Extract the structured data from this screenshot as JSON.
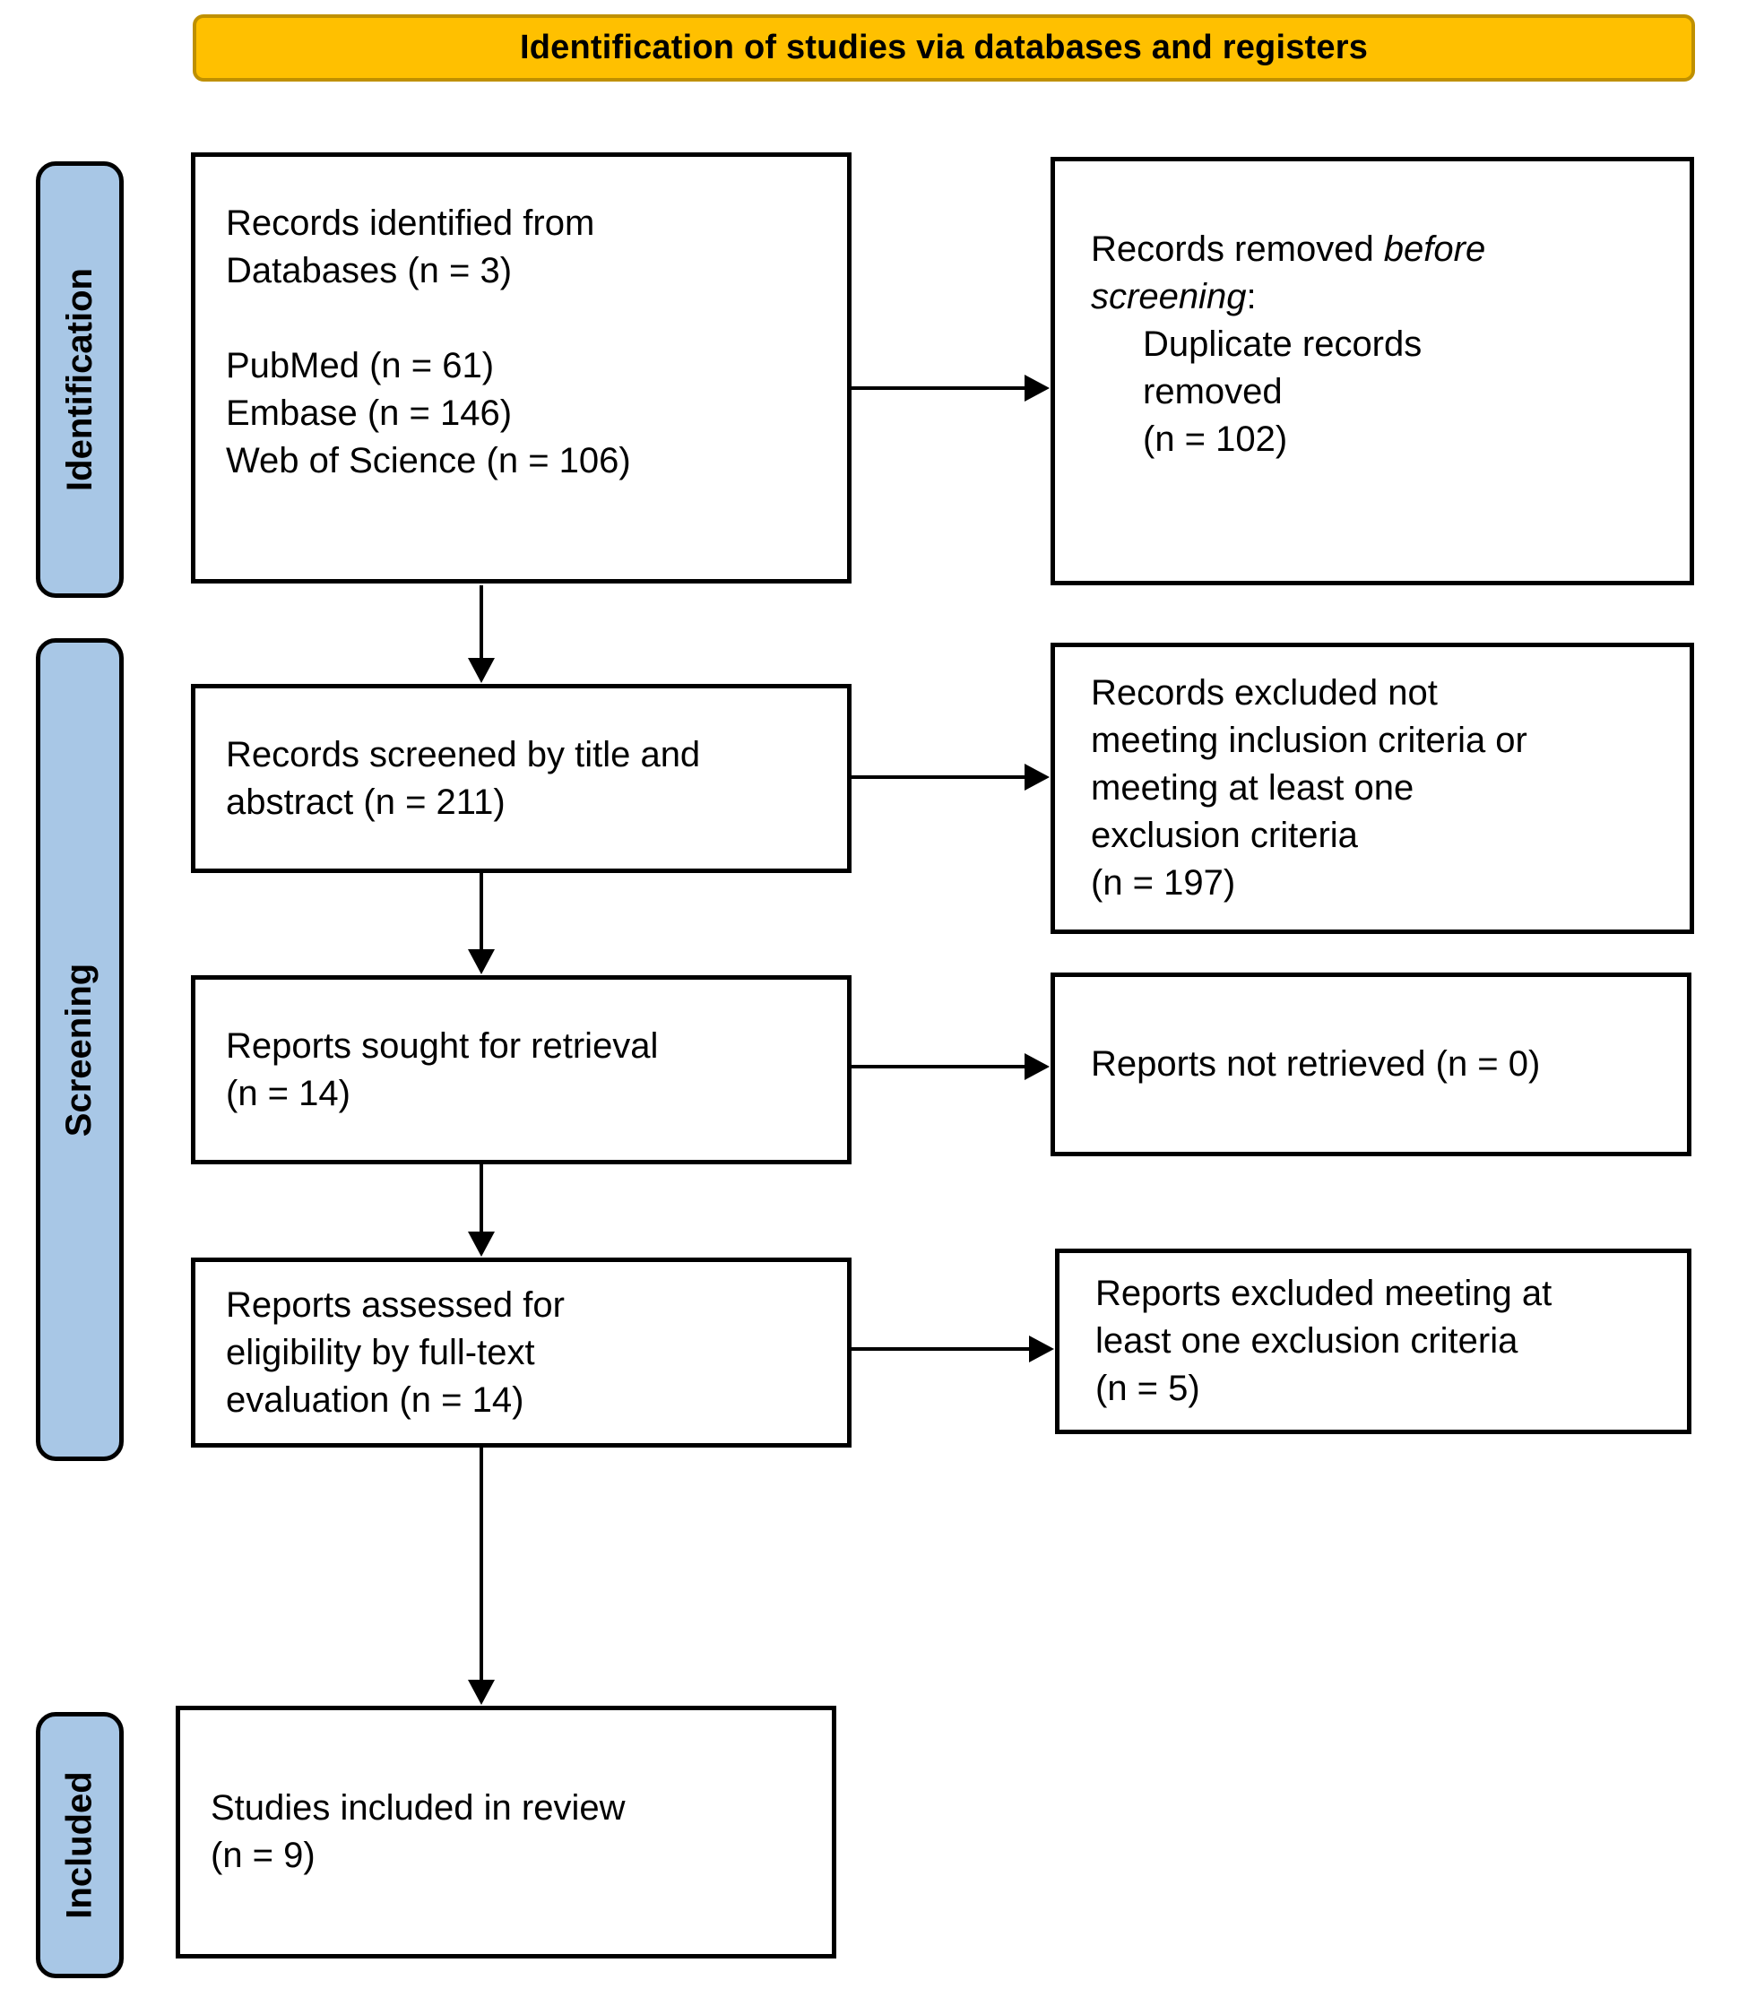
{
  "header": {
    "title": "Identification of studies via databases and registers"
  },
  "colors": {
    "header_bg": "#FFC000",
    "header_border": "#BF9000",
    "stage_bg": "#A8C7E6",
    "line_color": "#000000"
  },
  "stages": {
    "identification": "Identification",
    "screening": "Screening",
    "included": "Included"
  },
  "flow": {
    "records_identified": {
      "lines": [
        "Records identified from",
        "Databases (n = 3)",
        "",
        "PubMed (n = 61)",
        "Embase (n = 146)",
        "Web of Science (n = 106)"
      ]
    },
    "records_removed": {
      "line1_normal": "Records removed ",
      "line1_italic": "before",
      "line2_italic": "screening",
      "line2_normal": ":",
      "detail_lines": [
        "Duplicate records",
        "removed",
        "(n = 102)"
      ]
    },
    "records_screened": {
      "lines": [
        "Records screened by title and",
        "abstract (n = 211)"
      ]
    },
    "records_excluded": {
      "lines": [
        "Records excluded not",
        "meeting inclusion criteria or",
        "meeting at least one",
        "exclusion criteria",
        "(n = 197)"
      ]
    },
    "reports_sought": {
      "lines": [
        "Reports sought for retrieval",
        "(n = 14)"
      ]
    },
    "reports_not_retrieved": {
      "lines": [
        "Reports not retrieved (n = 0)"
      ]
    },
    "reports_assessed": {
      "lines": [
        "Reports assessed for",
        "eligibility by full-text",
        "evaluation (n = 14)"
      ]
    },
    "reports_excluded": {
      "lines": [
        "Reports excluded meeting at",
        "least one exclusion criteria",
        "(n = 5)"
      ]
    },
    "studies_included": {
      "lines": [
        "Studies included in review",
        "(n = 9)"
      ]
    }
  }
}
